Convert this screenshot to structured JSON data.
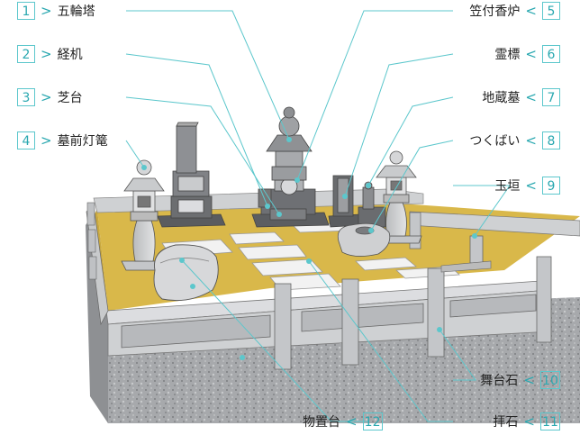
{
  "labels": [
    {
      "num": "1",
      "text": "五輪塔"
    },
    {
      "num": "2",
      "text": "経机"
    },
    {
      "num": "3",
      "text": "芝台"
    },
    {
      "num": "4",
      "text": "墓前灯篭"
    },
    {
      "num": "5",
      "text": "笠付香炉"
    },
    {
      "num": "6",
      "text": "霊標"
    },
    {
      "num": "7",
      "text": "地蔵墓"
    },
    {
      "num": "8",
      "text": "つくばい"
    },
    {
      "num": "9",
      "text": "玉垣"
    },
    {
      "num": "10",
      "text": "舞台石"
    },
    {
      "num": "11",
      "text": "拝石"
    },
    {
      "num": "12",
      "text": "物置台"
    }
  ],
  "left_separator": ">",
  "right_separator": "<",
  "colors": {
    "accent": "#5cc7cc",
    "ground": "#d9b84a",
    "stone": "#c9cbcd",
    "granite": "#9a9c9f"
  }
}
